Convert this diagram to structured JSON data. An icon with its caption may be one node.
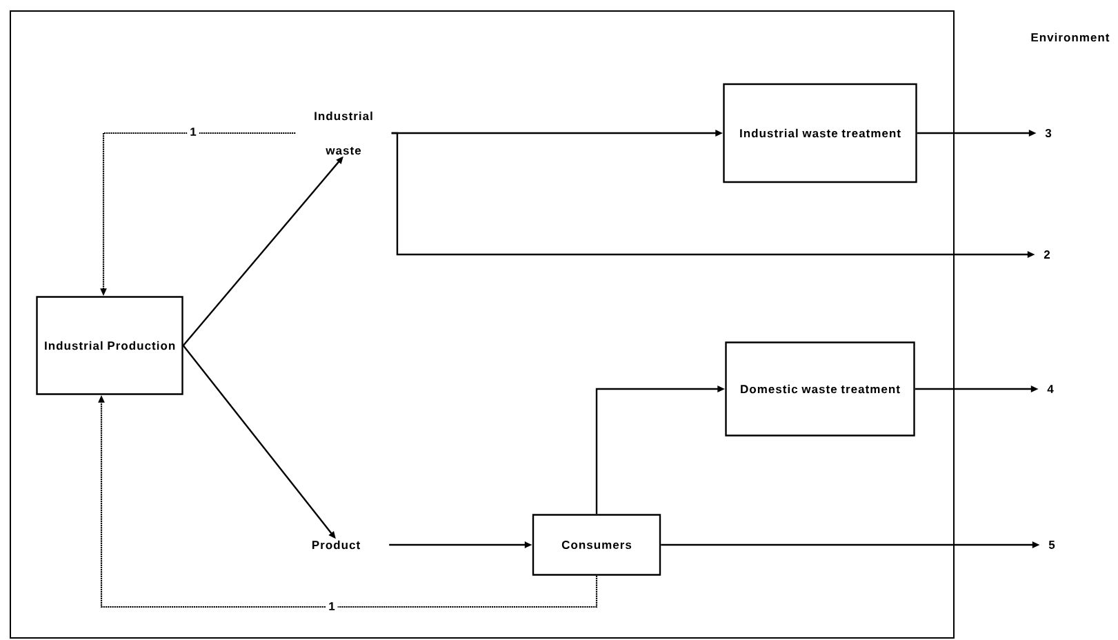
{
  "diagram": {
    "nodes": [
      {
        "text": [
          "Industrial Production"
        ]
      },
      {
        "text": [
          "Industrial waste"
        ]
      },
      {
        "text": [
          "Product"
        ]
      },
      {
        "text": [
          "Consumers"
        ]
      },
      {
        "text": [
          "Industrial waste treatment"
        ]
      },
      {
        "text": [
          "Domestic waste treatment"
        ]
      },
      {
        "text": [
          "3"
        ]
      },
      {
        "text": [
          "2"
        ]
      },
      {
        "text": [
          "4"
        ]
      },
      {
        "text": [
          "5"
        ]
      }
    ],
    "edges": [
      {
        "from": 0,
        "to": 1,
        "arrow": "to"
      },
      {
        "from": 0,
        "to": 2,
        "arrow": "to"
      },
      {
        "from": 1,
        "to": 4,
        "arrow": "to"
      },
      {
        "from": 1,
        "to": 7,
        "arrow": "to"
      },
      {
        "from": 4,
        "to": 6,
        "arrow": "to"
      },
      {
        "from": 2,
        "to": 3,
        "arrow": "to"
      },
      {
        "from": 3,
        "to": 5,
        "arrow": "to"
      },
      {
        "from": 5,
        "to": 8,
        "arrow": "to"
      },
      {
        "from": 3,
        "to": 9,
        "arrow": "to"
      },
      {
        "from": 1,
        "to": 0,
        "arrow": "to",
        "style": "dashed",
        "label": "1"
      },
      {
        "from": 3,
        "to": 0,
        "arrow": "to",
        "style": "dashed",
        "label": "1"
      }
    ],
    "labels": [
      "Environment"
    ]
  }
}
